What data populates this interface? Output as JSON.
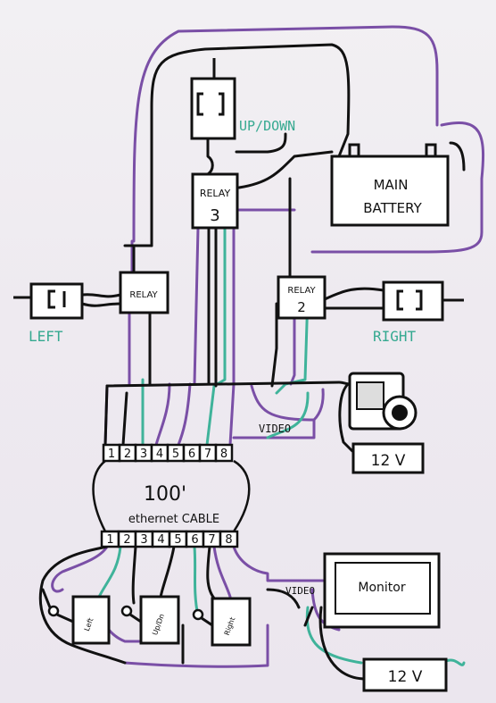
{
  "labels": {
    "up_down": "UP/DOWN",
    "main_battery_line1": "MAIN",
    "main_battery_line2": "BATTERY",
    "relay3_line1": "RELAY",
    "relay3_line2": "3",
    "relay_left": "RELAY",
    "relay2_line1": "RELAY",
    "relay2_line2": "2",
    "left": "LEFT",
    "right": "RIGHT",
    "video_top": "VIDEO",
    "video_bottom": "VIDEO",
    "power_top": "12 V",
    "power_bottom": "12 V",
    "cable_length": "100'",
    "cable_type": "ethernet CABLE",
    "monitor": "Monitor",
    "switch_left": "Left",
    "switch_updown": "Up/Dn",
    "switch_right": "Right"
  },
  "terminals_top": [
    "1",
    "2",
    "3",
    "4",
    "5",
    "6",
    "7",
    "8"
  ],
  "terminals_bottom": [
    "1",
    "2",
    "3",
    "4",
    "5",
    "6",
    "7",
    "8"
  ],
  "colors": {
    "ink": "#111111",
    "purple_wire": "#7a4fa6",
    "teal_wire": "#3fb39a",
    "teal_text": "#35a990",
    "paper": "#f1eff3"
  }
}
